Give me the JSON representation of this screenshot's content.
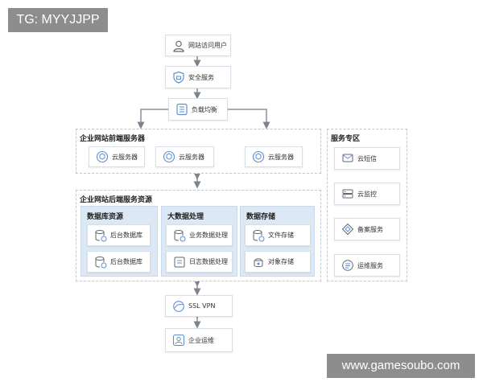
{
  "watermark_top": "TG: MYYJJPP",
  "watermark_bottom": "www.gamesoubo.com",
  "flow": {
    "user": "网站访问用户",
    "security": "安全服务",
    "load_balance": "负载均衡",
    "vpn": "SSL VPN",
    "ops": "企业运维"
  },
  "frontend": {
    "title": "企业网站前端服务器",
    "servers": [
      "云服务器",
      "云服务器",
      "云服务器"
    ]
  },
  "backend": {
    "title": "企业网站后端服务资源",
    "columns": [
      {
        "title": "数据库资源",
        "items": [
          "后台数据库",
          "后台数据库"
        ]
      },
      {
        "title": "大数据处理",
        "items": [
          "业务数据处理",
          "日志数据处理"
        ]
      },
      {
        "title": "数据存储",
        "items": [
          "文件存储",
          "对象存储"
        ]
      }
    ]
  },
  "services": {
    "title": "服务专区",
    "items": [
      "云短信",
      "云监控",
      "备案服务",
      "运维服务"
    ]
  },
  "colors": {
    "line": "#8a9099",
    "icon": "#5b8fcf",
    "column_bg": "#dde8f5",
    "dash": "#bfc6cf"
  }
}
